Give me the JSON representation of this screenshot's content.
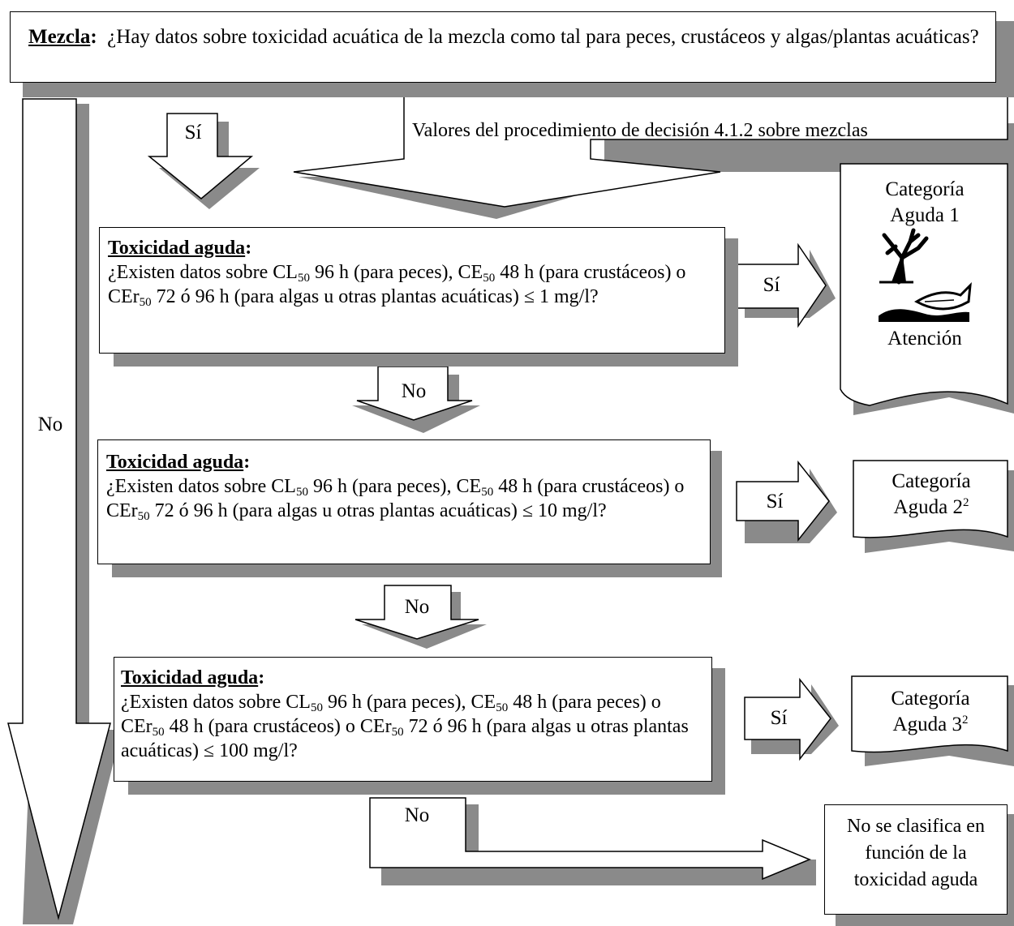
{
  "top_question": {
    "label": "Mezcla",
    "colon": ":",
    "text": "¿Hay datos sobre toxicidad acuática de la mezcla como tal para peces, crustáceos y algas/plantas acuáticas?"
  },
  "arrows": {
    "yes_top": "Sí",
    "decision_values": "Valores del procedimiento de decisión 4.1.2 sobre mezclas",
    "no_main": "No",
    "no_1": "No",
    "no_2": "No",
    "no_3": "No",
    "yes_1": "Sí",
    "yes_2": "Sí",
    "yes_3": "Sí"
  },
  "boxes": [
    {
      "header": "Toxicidad aguda",
      "colon": ":",
      "q1_a": "¿Existen datos sobre CL",
      "q1_sub": "50",
      "q1_b": " 96 h (para peces), CE",
      "q1_sub2": "50",
      "q1_c": " 48 h (para crustáceos) o CEr",
      "q1_sub3": "50",
      "q1_d": " 72 ó 96 h (para algas u otras plantas acuáticas) ≤ 1 mg/l?"
    },
    {
      "header": "Toxicidad aguda",
      "colon": ":",
      "q1_a": "¿Existen datos sobre CL",
      "q1_sub": "50",
      "q1_b": " 96 h (para peces), CE",
      "q1_sub2": "50",
      "q1_c": " 48 h (para crustáceos) o CEr",
      "q1_sub3": "50",
      "q1_d": " 72 ó 96 h (para algas u otras plantas acuáticas) ≤ 10 mg/l?"
    },
    {
      "header": "Toxicidad aguda",
      "colon": ":",
      "q1_a": "¿Existen datos sobre CL",
      "q1_sub": "50",
      "q1_b": " 96 h (para peces), CE",
      "q1_sub2": "50",
      "q1_c": " 48 h (para peces) o CEr",
      "q1_sub3": "50",
      "q1_d": " 48 h (para crustáceos) o CEr",
      "q1_sub4": "50",
      "q1_e": " 72 ó 96 h (para algas u otras plantas acuáticas) ≤ 100 mg/l?"
    }
  ],
  "results": {
    "cat1_line1": "Categoría",
    "cat1_line2": "Aguda 1",
    "cat1_signal": "Atención",
    "cat1_pictogram": "environment-hazard-pictogram",
    "cat2_line1": "Categoría",
    "cat2_line2": "Aguda 2",
    "cat2_sup": "2",
    "cat3_line1": "Categoría",
    "cat3_line2": "Aguda 3",
    "cat3_sup": "2",
    "none_line1": "No se clasifica en",
    "none_line2": "función de la",
    "none_line3": "toxicidad aguda"
  },
  "colors": {
    "shadow": "#8a8a8a",
    "stroke": "#000000",
    "fill": "#ffffff"
  }
}
